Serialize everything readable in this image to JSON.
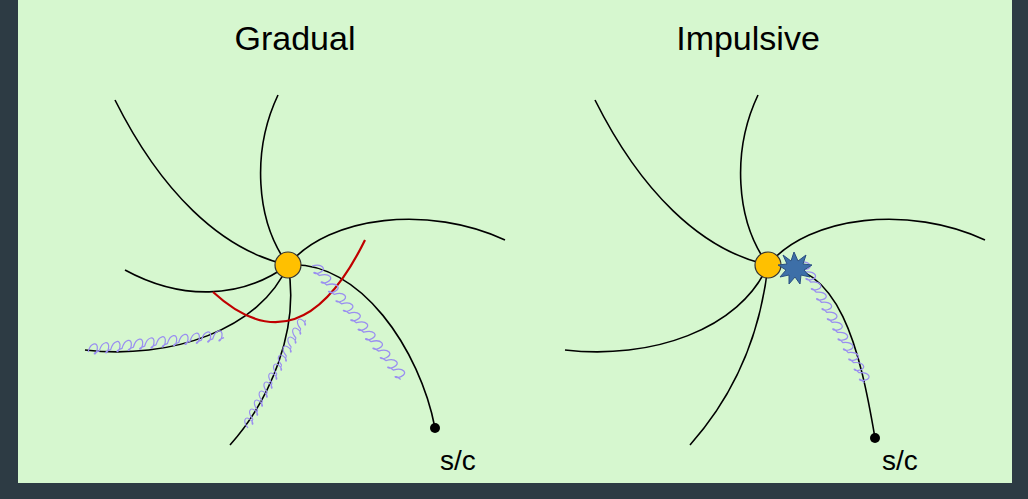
{
  "diagram": {
    "labels": [
      "Gradual",
      "Impulsive",
      "s/c",
      "s/c"
    ]
  }
}
